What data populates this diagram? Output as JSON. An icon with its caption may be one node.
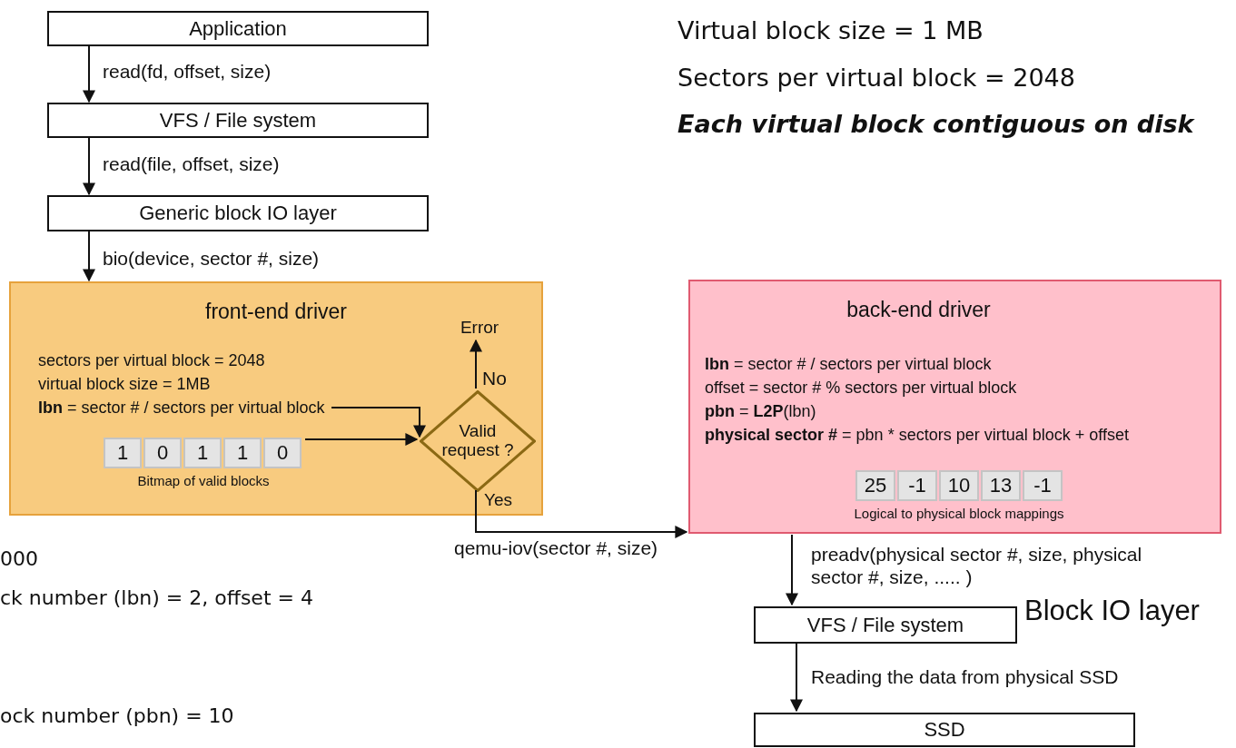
{
  "diagram": {
    "nodes": [
      {
        "text": [
          "Application"
        ]
      },
      {
        "text": [
          "VFS / File system"
        ]
      },
      {
        "text": [
          "Generic block IO layer"
        ]
      },
      {
        "text": [
          "front-end driver"
        ]
      },
      {
        "text": [
          "sectors per virtual block = 2048",
          "virtual block size = 1MB",
          "**lbn**  = sector # / sectors per virtual block"
        ],
        "in": 3
      },
      {
        "text": [
          "Bitmap of valid blocks"
        ],
        "in": 3
      },
      {
        "text": [
          "1"
        ],
        "in": 5
      },
      {
        "text": [
          "0"
        ],
        "in": 5
      },
      {
        "text": [
          "1"
        ],
        "in": 5
      },
      {
        "text": [
          "1"
        ],
        "in": 5
      },
      {
        "text": [
          "0"
        ],
        "in": 5
      },
      {
        "text": [
          "Valid request ?"
        ],
        "in": 3
      },
      {
        "text": [
          "Error"
        ],
        "in": 3
      },
      {
        "text": [
          "back-end driver",
          "**lbn**     = sector # / sectors per virtual block",
          "offset = sector # % sectors per virtual block",
          "**pbn**    = **L2P**(lbn)",
          "**physical sector #** = pbn * sectors per virtual block + offset"
        ]
      },
      {
        "text": [
          "Logical to physical block mappings"
        ],
        "in": 13
      },
      {
        "text": [
          "25"
        ],
        "in": 14
      },
      {
        "text": [
          "-1"
        ],
        "in": 14
      },
      {
        "text": [
          "10"
        ],
        "in": 14
      },
      {
        "text": [
          "13"
        ],
        "in": 14
      },
      {
        "text": [
          "-1"
        ],
        "in": 14
      },
      {
        "text": [
          "VFS / File system"
        ]
      },
      {
        "text": [
          "SSD"
        ]
      }
    ],
    "edges": [
      {
        "from": 0,
        "to": 1,
        "arrow": "to",
        "label": "read(fd, offset, size)"
      },
      {
        "from": 1,
        "to": 2,
        "arrow": "to",
        "label": "read(file, offset, size)"
      },
      {
        "from": 2,
        "to": 3,
        "arrow": "to",
        "label": "bio(device, sector #, size)"
      },
      {
        "from": 4,
        "to": 11,
        "arrow": "to"
      },
      {
        "from": 5,
        "to": 11,
        "arrow": "to"
      },
      {
        "from": 11,
        "to": 12,
        "arrow": "to",
        "label": "No"
      },
      {
        "from": 11,
        "to": 13,
        "arrow": "to",
        "label": "qemu-iov(sector #, size)"
      },
      {
        "from": 13,
        "to": 20,
        "arrow": "to",
        "label": "preadv(physical sector #, size, physical sector #, size, ..... )"
      },
      {
        "from": 20,
        "to": 21,
        "arrow": "to",
        "label": "Reading the data from physical SSD"
      }
    ],
    "labels": [
      "Virtual block size = 1 MB",
      "Sectors per virtual block = 2048",
      "Each virtual block contiguous on disk",
      "Yes",
      "000",
      "ck number (lbn) = 2, offset = 4",
      "ock number (pbn) = 10",
      "Block IO layer"
    ]
  }
}
